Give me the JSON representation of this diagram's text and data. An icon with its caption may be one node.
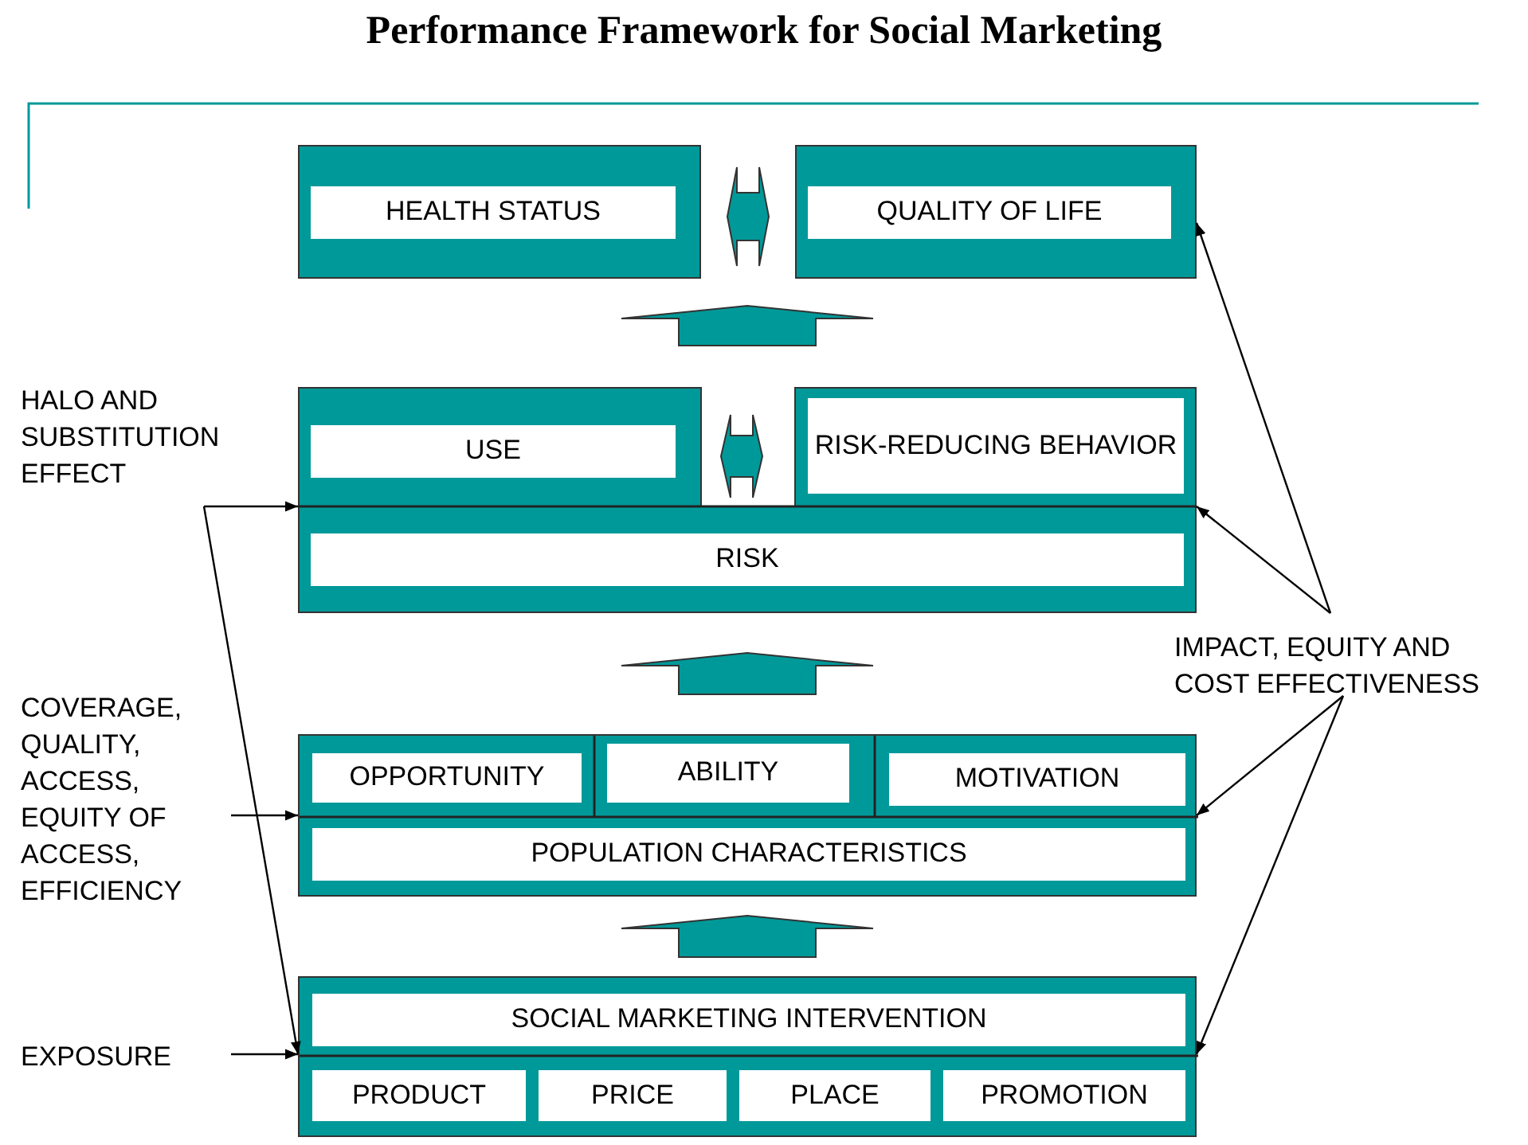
{
  "diagram": {
    "title": "Performance Framework for Social Marketing",
    "nodes": [
      {
        "text": [
          "HEALTH STATUS"
        ]
      },
      {
        "text": [
          "QUALITY OF LIFE"
        ]
      },
      {
        "text": [],
        "shape": "box"
      },
      {
        "text": [
          "USE"
        ],
        "in": 2
      },
      {
        "text": [
          "RISK-REDUCING BEHAVIOR"
        ],
        "in": 2
      },
      {
        "text": [
          "RISK"
        ],
        "in": 2
      },
      {
        "text": [],
        "shape": "box"
      },
      {
        "text": [
          "OPPORTUNITY"
        ],
        "in": 6
      },
      {
        "text": [
          "ABILITY"
        ],
        "in": 6
      },
      {
        "text": [
          "MOTIVATION"
        ],
        "in": 6
      },
      {
        "text": [
          "POPULATION CHARACTERISTICS"
        ],
        "in": 6
      },
      {
        "text": [],
        "shape": "box"
      },
      {
        "text": [
          "SOCIAL MARKETING INTERVENTION"
        ],
        "in": 11
      },
      {
        "text": [
          "PRODUCT"
        ],
        "in": 11
      },
      {
        "text": [
          "PRICE"
        ],
        "in": 11
      },
      {
        "text": [
          "PLACE"
        ],
        "in": 11
      },
      {
        "text": [
          "PROMOTION"
        ],
        "in": 11
      },
      {
        "text": [
          "HALO AND SUBSTITUTION EFFECT"
        ]
      },
      {
        "text": [
          "COVERAGE, QUALITY, ACCESS, EQUITY OF ACCESS, EFFICIENCY"
        ]
      },
      {
        "text": [
          "EXPOSURE"
        ]
      },
      {
        "text": [
          "IMPACT, EQUITY AND COST EFFECTIVENESS"
        ]
      }
    ],
    "edges": [
      {
        "from": 0,
        "to": 1,
        "arrow": "both",
        "style": "thick"
      },
      {
        "from": 3,
        "to": 4,
        "arrow": "both",
        "style": "thick"
      },
      {
        "from": 2,
        "to": null,
        "arrow": "to",
        "style": "thick"
      },
      {
        "from": 6,
        "to": 2,
        "arrow": "to",
        "style": "thick"
      },
      {
        "from": 11,
        "to": 6,
        "arrow": "to",
        "style": "thick"
      },
      {
        "from": 17,
        "to": 2,
        "arrow": "to"
      },
      {
        "from": 17,
        "to": 11,
        "arrow": "to"
      },
      {
        "from": 18,
        "to": 6,
        "arrow": "to"
      },
      {
        "from": 19,
        "to": 11,
        "arrow": "to"
      },
      {
        "from": 20,
        "to": 1,
        "arrow": "to"
      },
      {
        "from": 20,
        "to": 2,
        "arrow": "to"
      },
      {
        "from": 20,
        "to": 6,
        "arrow": "to"
      },
      {
        "from": 20,
        "to": 11,
        "arrow": "to"
      }
    ]
  }
}
